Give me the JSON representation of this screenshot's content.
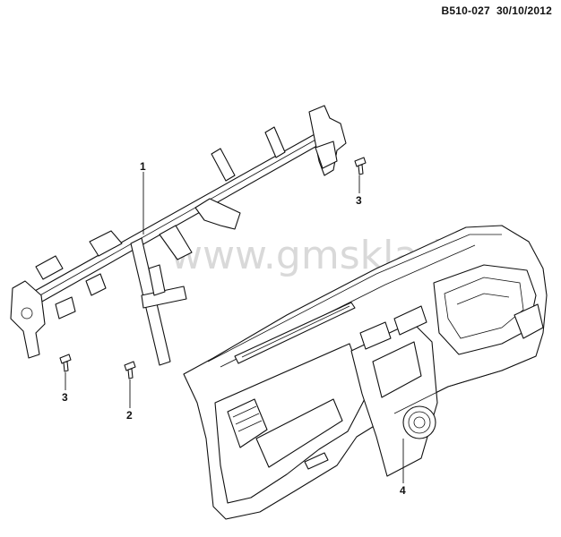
{
  "header": {
    "drawing_code": "B510-027",
    "date": "30/10/2012"
  },
  "watermark": "www.gmsklad.ru",
  "callouts": [
    {
      "id": "1",
      "label": "1"
    },
    {
      "id": "2",
      "label": "2"
    },
    {
      "id": "3a",
      "label": "3"
    },
    {
      "id": "3b",
      "label": "3"
    },
    {
      "id": "4",
      "label": "4"
    }
  ]
}
